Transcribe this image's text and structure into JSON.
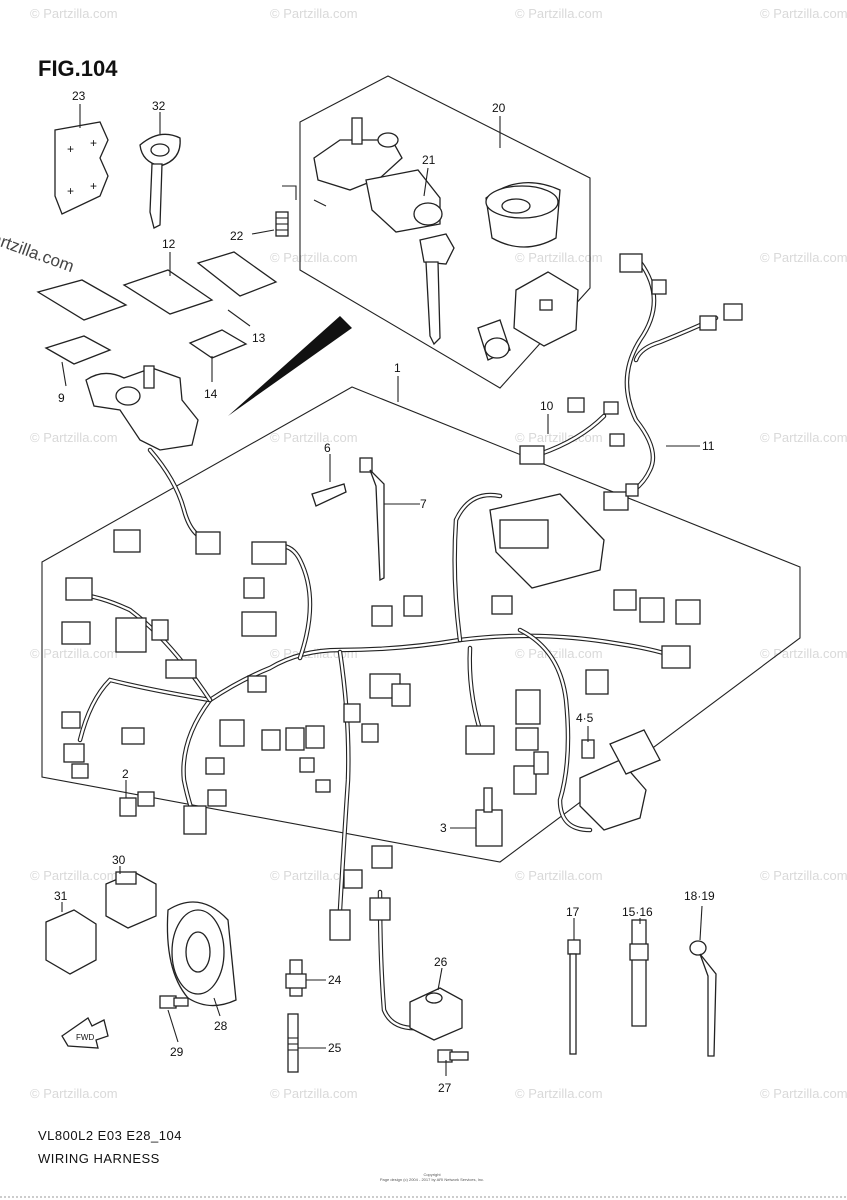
{
  "figure": {
    "title": "FIG.104"
  },
  "footer": {
    "model_code": "VL800L2 E03 E28_104",
    "caption": "WIRING HARNESS"
  },
  "copyright": {
    "line1": "Copyright",
    "line2": "Page design (c) 2004 - 2017 by ARI Network Services, Inc."
  },
  "watermark": {
    "text": "© Partzilla.com",
    "side_text": "© Partzilla.com"
  },
  "parts": {
    "p1": "1",
    "p2": "2",
    "p3": "3",
    "p4_5": "4·5",
    "p6": "6",
    "p7": "7",
    "p9": "9",
    "p10": "10",
    "p11": "11",
    "p12": "12",
    "p13": "13",
    "p14": "14",
    "p15_16": "15·16",
    "p17": "17",
    "p18_19": "18·19",
    "p20": "20",
    "p21": "21",
    "p22": "22",
    "p23": "23",
    "p24": "24",
    "p25": "25",
    "p26": "26",
    "p27": "27",
    "p28": "28",
    "p29": "29",
    "p30": "30",
    "p31": "31",
    "p32": "32"
  },
  "fwd_arrow": {
    "label": "FWD",
    "icon": "fwd-arrow-icon"
  }
}
